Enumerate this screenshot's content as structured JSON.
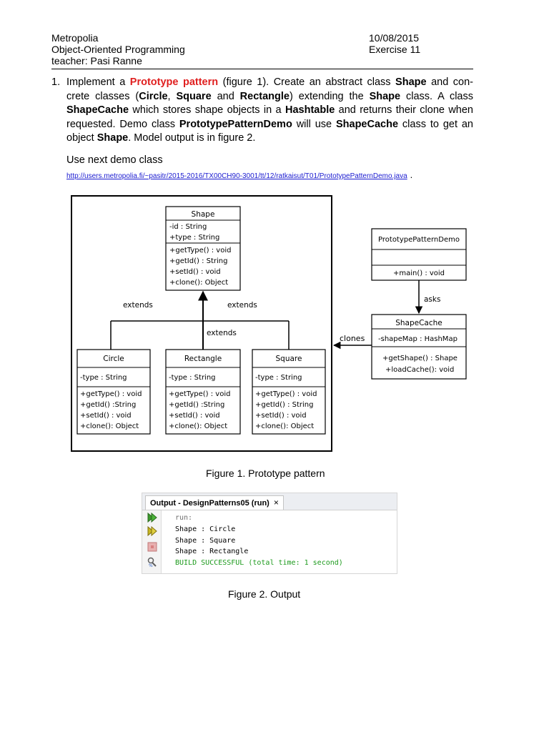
{
  "header": {
    "org": "Metropolia",
    "course": "Object-Oriented Programming",
    "teacher": "teacher: Pasi Ranne",
    "date": "10/08/2015",
    "exercise": "Exercise 11"
  },
  "task": {
    "number": "1.",
    "parts": [
      "Implement a ",
      "Prototype pattern",
      " (figure 1). Create an abstract class ",
      "Shape",
      " and con-crete classes (",
      "Circle",
      ", ",
      "Square",
      " and ",
      "Rectangle",
      ") extending the ",
      "Shape",
      " class. A class ",
      "ShapeCache",
      " which stores shape objects in a ",
      "Hashtable",
      " and returns their clone when requested. Demo class ",
      "PrototypePatternDemo",
      " will use ",
      "ShapeCache",
      " class to get an object ",
      "Shape",
      ". Model output is in figure 2."
    ]
  },
  "demo": {
    "label": "Use next demo class",
    "link": "http://users.metropolia.fi/~pasitr/2015-2016/TX00CH90-3001/tt/12/ratkaisut/T01/PrototypePatternDemo.java",
    "trailing": "."
  },
  "figure1": {
    "caption": "Figure 1. Prototype pattern",
    "shape": {
      "name": "Shape",
      "attrs": [
        "-id : String",
        "+type : String"
      ],
      "methods": [
        "+getType() : void",
        "+getId() : String",
        "+setId() : void",
        "+clone(): Object"
      ]
    },
    "circle": {
      "name": "Circle",
      "attrs": [
        "-type : String"
      ],
      "methods": [
        "+getType() : void",
        "+getId() :String",
        "+setId() : void",
        "+clone(): Object"
      ]
    },
    "rectangle": {
      "name": "Rectangle",
      "attrs": [
        "-type : String"
      ],
      "methods": [
        "+getType() : void",
        "+getId() :String",
        "+setId() : void",
        "+clone(): Object"
      ]
    },
    "square": {
      "name": "Square",
      "attrs": [
        "-type : String"
      ],
      "methods": [
        "+getType() : void",
        "+getId() : String",
        "+setId() : void",
        "+clone(): Object"
      ]
    },
    "demo_class": {
      "name": "PrototypePatternDemo",
      "methods": [
        "+main() : void"
      ]
    },
    "cache": {
      "name": "ShapeCache",
      "attrs": [
        "-shapeMap : HashMap"
      ],
      "methods": [
        "+getShape() : Shape",
        "+loadCache(): void"
      ]
    },
    "labels": {
      "extends_left": "extends",
      "extends_right": "extends",
      "extends_center": "extends",
      "asks": "asks",
      "clones": "clones"
    }
  },
  "figure2": {
    "caption": "Figure 2. Output",
    "tab_title": "Output - DesignPatterns05 (run)",
    "close": "×",
    "lines": [
      "run:",
      "Shape : Circle",
      "Shape : Square",
      "Shape : Rectangle",
      "BUILD SUCCESSFUL (total time: 1 second)"
    ],
    "colors": {
      "success": "#1c9a1c",
      "run": "#707070",
      "icon_green": "#3c9a2c",
      "icon_stop": "#d88080"
    }
  }
}
